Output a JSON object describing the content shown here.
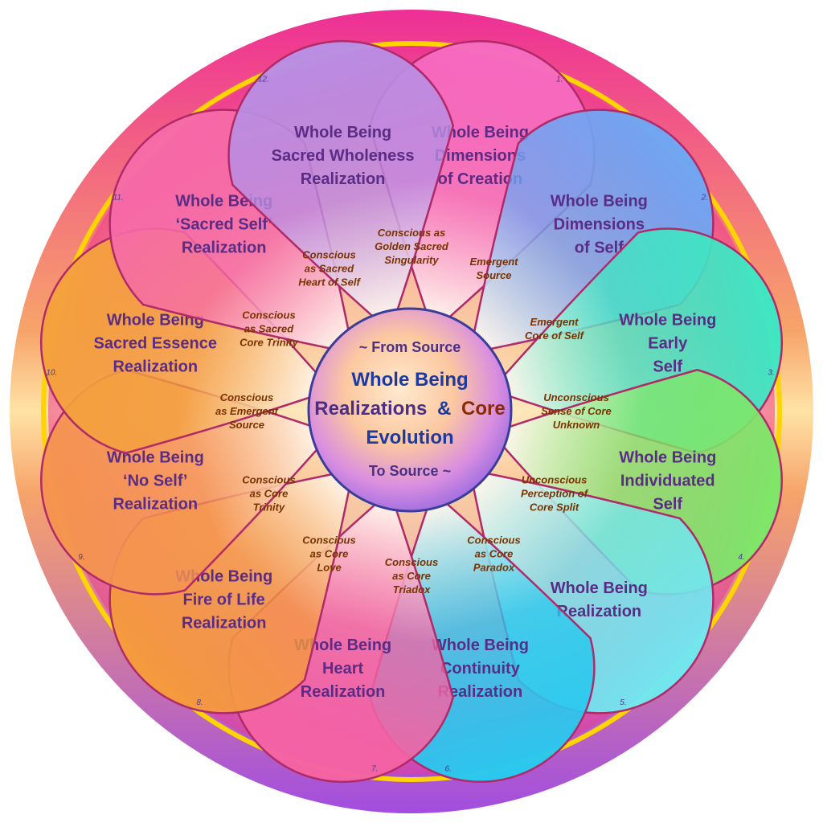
{
  "center": {
    "line1": "~ From Source",
    "line2": "Whole Being",
    "line3a": "Realizations",
    "line3b": "&",
    "line3c": "Core",
    "line4": "Evolution",
    "line5": "To Source ~"
  },
  "petals": [
    {
      "num": "1.",
      "lines": [
        "Whole Being",
        "Dimensions",
        "of Creation"
      ],
      "color": "#f66bc0"
    },
    {
      "num": "2.",
      "lines": [
        "Whole Being",
        "Dimensions",
        "of Self"
      ],
      "color": "#6fa6f3"
    },
    {
      "num": "3.",
      "lines": [
        "Whole Being",
        "Early",
        "Self"
      ],
      "color": "#3fe6c3"
    },
    {
      "num": "4.",
      "lines": [
        "Whole Being",
        "Individuated",
        "Self"
      ],
      "color": "#7ee66a"
    },
    {
      "num": "5.",
      "lines": [
        "Whole Being",
        "Realization"
      ],
      "color": "#72e6ef"
    },
    {
      "num": "6.",
      "lines": [
        "Whole Being",
        "Continuity",
        "Realization"
      ],
      "color": "#2ac8ee"
    },
    {
      "num": "7.",
      "lines": [
        "Whole Being",
        "Heart",
        "Realization"
      ],
      "color": "#f463a4"
    },
    {
      "num": "8.",
      "lines": [
        "Whole Being",
        "Fire of Life",
        "Realization"
      ],
      "color": "#f59a3e"
    },
    {
      "num": "9.",
      "lines": [
        "Whole Being",
        "‘No Self’",
        "Realization"
      ],
      "color": "#f59450"
    },
    {
      "num": "10.",
      "lines": [
        "Whole Being",
        "Sacred Essence",
        "Realization"
      ],
      "color": "#f4a13d"
    },
    {
      "num": "11.",
      "lines": [
        "Whole Being",
        "‘Sacred Self’",
        "Realization"
      ],
      "color": "#f66aa8"
    },
    {
      "num": "12.",
      "lines": [
        "Whole Being",
        "Sacred Wholeness",
        "Realization"
      ],
      "color": "#b98ee4"
    }
  ],
  "connectors": [
    {
      "lines": [
        "Emergent",
        "Source"
      ]
    },
    {
      "lines": [
        "Emergent",
        "Core of Self"
      ]
    },
    {
      "lines": [
        "Unconscious",
        "Sense of Core",
        "Unknown"
      ]
    },
    {
      "lines": [
        "Unconscious",
        "Perception of",
        "Core Split"
      ]
    },
    {
      "lines": [
        "Conscious",
        "as Core",
        "Paradox"
      ]
    },
    {
      "lines": [
        "Conscious",
        "as Core",
        "Triadox"
      ]
    },
    {
      "lines": [
        "Conscious",
        "as Core",
        "Love"
      ]
    },
    {
      "lines": [
        "Conscious",
        "as Core",
        "Trinity"
      ]
    },
    {
      "lines": [
        "Conscious",
        "as Emergent",
        "Source"
      ]
    },
    {
      "lines": [
        "Conscious",
        "as Sacred",
        "Core Trinity"
      ]
    },
    {
      "lines": [
        "Conscious",
        "as Sacred",
        "Heart of Self"
      ]
    },
    {
      "lines": [
        "Conscious as",
        "Golden Sacred",
        "Singularity"
      ]
    }
  ],
  "colors": {
    "outer_ring": "#ee2f96",
    "gold_ring": "#ffd400",
    "petal_outline": "#b02a6a",
    "center_outline": "#3a3d9a",
    "title_text": "#5a2c86",
    "connector_text": "#7a3300",
    "center_blue": "#1c3aa0",
    "center_core": "#8b2a00"
  }
}
